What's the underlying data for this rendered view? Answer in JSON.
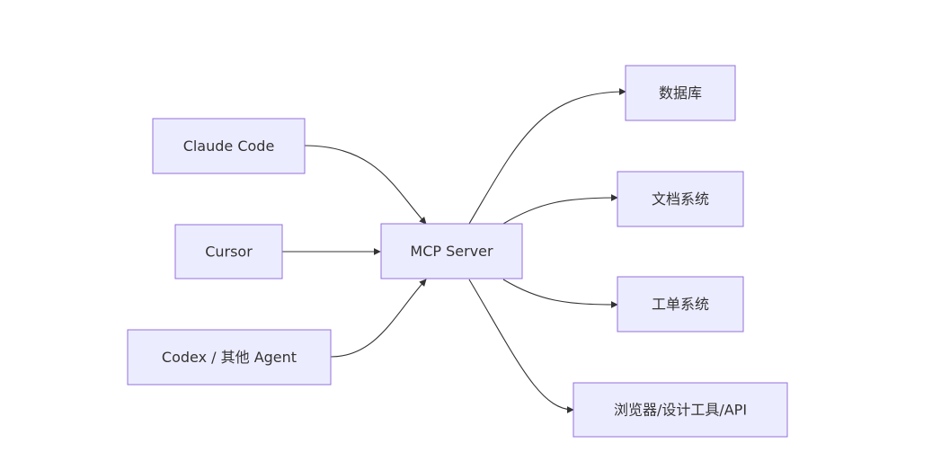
{
  "diagram": {
    "nodes": {
      "claude_code": "Claude Code",
      "cursor": "Cursor",
      "codex_agent": "Codex / 其他 Agent",
      "mcp_server": "MCP Server",
      "database": "数据库",
      "doc_system": "文档系统",
      "ticket_system": "工单系统",
      "browser_tools": "浏览器/设计工具/API"
    },
    "edges": [
      {
        "from": "claude_code",
        "to": "mcp_server"
      },
      {
        "from": "cursor",
        "to": "mcp_server"
      },
      {
        "from": "codex_agent",
        "to": "mcp_server"
      },
      {
        "from": "mcp_server",
        "to": "database"
      },
      {
        "from": "mcp_server",
        "to": "doc_system"
      },
      {
        "from": "mcp_server",
        "to": "ticket_system"
      },
      {
        "from": "mcp_server",
        "to": "browser_tools"
      }
    ],
    "colors": {
      "node_fill": "#ececff",
      "node_stroke": "#9370db",
      "edge": "#333333",
      "text": "#333333"
    }
  }
}
